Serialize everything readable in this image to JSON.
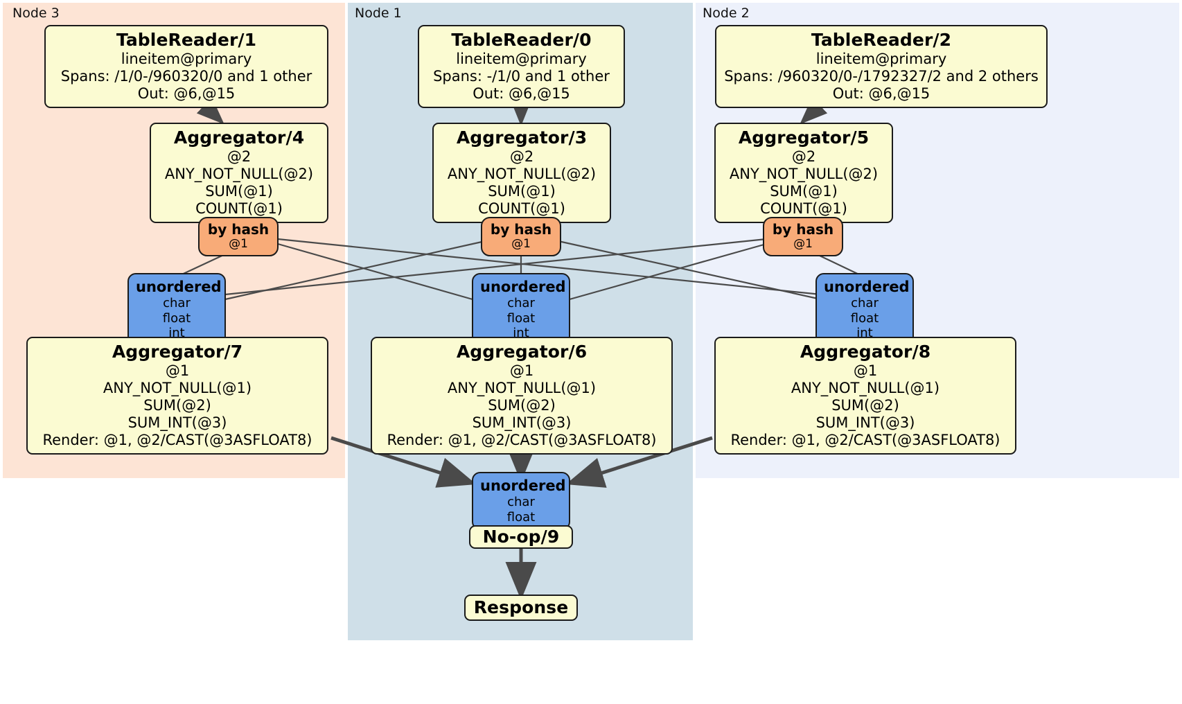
{
  "diagram": {
    "type": "distributed-query-plan",
    "colors": {
      "node3_bg": "#fde4d5",
      "node1_bg": "#cfdfe8",
      "node2_bg": "#edf1fb",
      "processor_bg": "#fbfbd2",
      "router_bg": "#f8ab78",
      "receiver_bg": "#6a9fe8",
      "edge": "#4a4a4a",
      "border": "#1a1a1a"
    }
  },
  "panels": [
    {
      "id": "node3",
      "label": "Node 3"
    },
    {
      "id": "node1",
      "label": "Node 1"
    },
    {
      "id": "node2",
      "label": "Node 2"
    }
  ],
  "processors": {
    "table_reader_1": {
      "title": "TableReader/1",
      "lines": [
        "lineitem@primary",
        "Spans: /1/0-/960320/0 and 1 other",
        "Out: @6,@15"
      ]
    },
    "table_reader_0": {
      "title": "TableReader/0",
      "lines": [
        "lineitem@primary",
        "Spans: -/1/0 and 1 other",
        "Out: @6,@15"
      ]
    },
    "table_reader_2": {
      "title": "TableReader/2",
      "lines": [
        "lineitem@primary",
        "Spans: /960320/0-/1792327/2 and 2 others",
        "Out: @6,@15"
      ]
    },
    "aggregator_4": {
      "title": "Aggregator/4",
      "lines": [
        "@2",
        "ANY_NOT_NULL(@2)",
        "SUM(@1)",
        "COUNT(@1)"
      ]
    },
    "aggregator_3": {
      "title": "Aggregator/3",
      "lines": [
        "@2",
        "ANY_NOT_NULL(@2)",
        "SUM(@1)",
        "COUNT(@1)"
      ]
    },
    "aggregator_5": {
      "title": "Aggregator/5",
      "lines": [
        "@2",
        "ANY_NOT_NULL(@2)",
        "SUM(@1)",
        "COUNT(@1)"
      ]
    },
    "aggregator_7": {
      "title": "Aggregator/7",
      "lines": [
        "@1",
        "ANY_NOT_NULL(@1)",
        "SUM(@2)",
        "SUM_INT(@3)",
        "Render: @1, @2/CAST(@3ASFLOAT8)"
      ]
    },
    "aggregator_6": {
      "title": "Aggregator/6",
      "lines": [
        "@1",
        "ANY_NOT_NULL(@1)",
        "SUM(@2)",
        "SUM_INT(@3)",
        "Render: @1, @2/CAST(@3ASFLOAT8)"
      ]
    },
    "aggregator_8": {
      "title": "Aggregator/8",
      "lines": [
        "@1",
        "ANY_NOT_NULL(@1)",
        "SUM(@2)",
        "SUM_INT(@3)",
        "Render: @1, @2/CAST(@3ASFLOAT8)"
      ]
    },
    "noop_9": {
      "title": "No-op/9"
    },
    "response": {
      "title": "Response"
    }
  },
  "routers": {
    "router_left": {
      "title": "by hash",
      "lines": [
        "@1"
      ]
    },
    "router_center": {
      "title": "by hash",
      "lines": [
        "@1"
      ]
    },
    "router_right": {
      "title": "by hash",
      "lines": [
        "@1"
      ]
    }
  },
  "receivers": {
    "recv_left": {
      "title": "unordered",
      "lines": [
        "char",
        "float",
        "int"
      ]
    },
    "recv_center": {
      "title": "unordered",
      "lines": [
        "char",
        "float",
        "int"
      ]
    },
    "recv_right": {
      "title": "unordered",
      "lines": [
        "char",
        "float",
        "int"
      ]
    },
    "recv_final": {
      "title": "unordered",
      "lines": [
        "char",
        "float"
      ]
    }
  }
}
